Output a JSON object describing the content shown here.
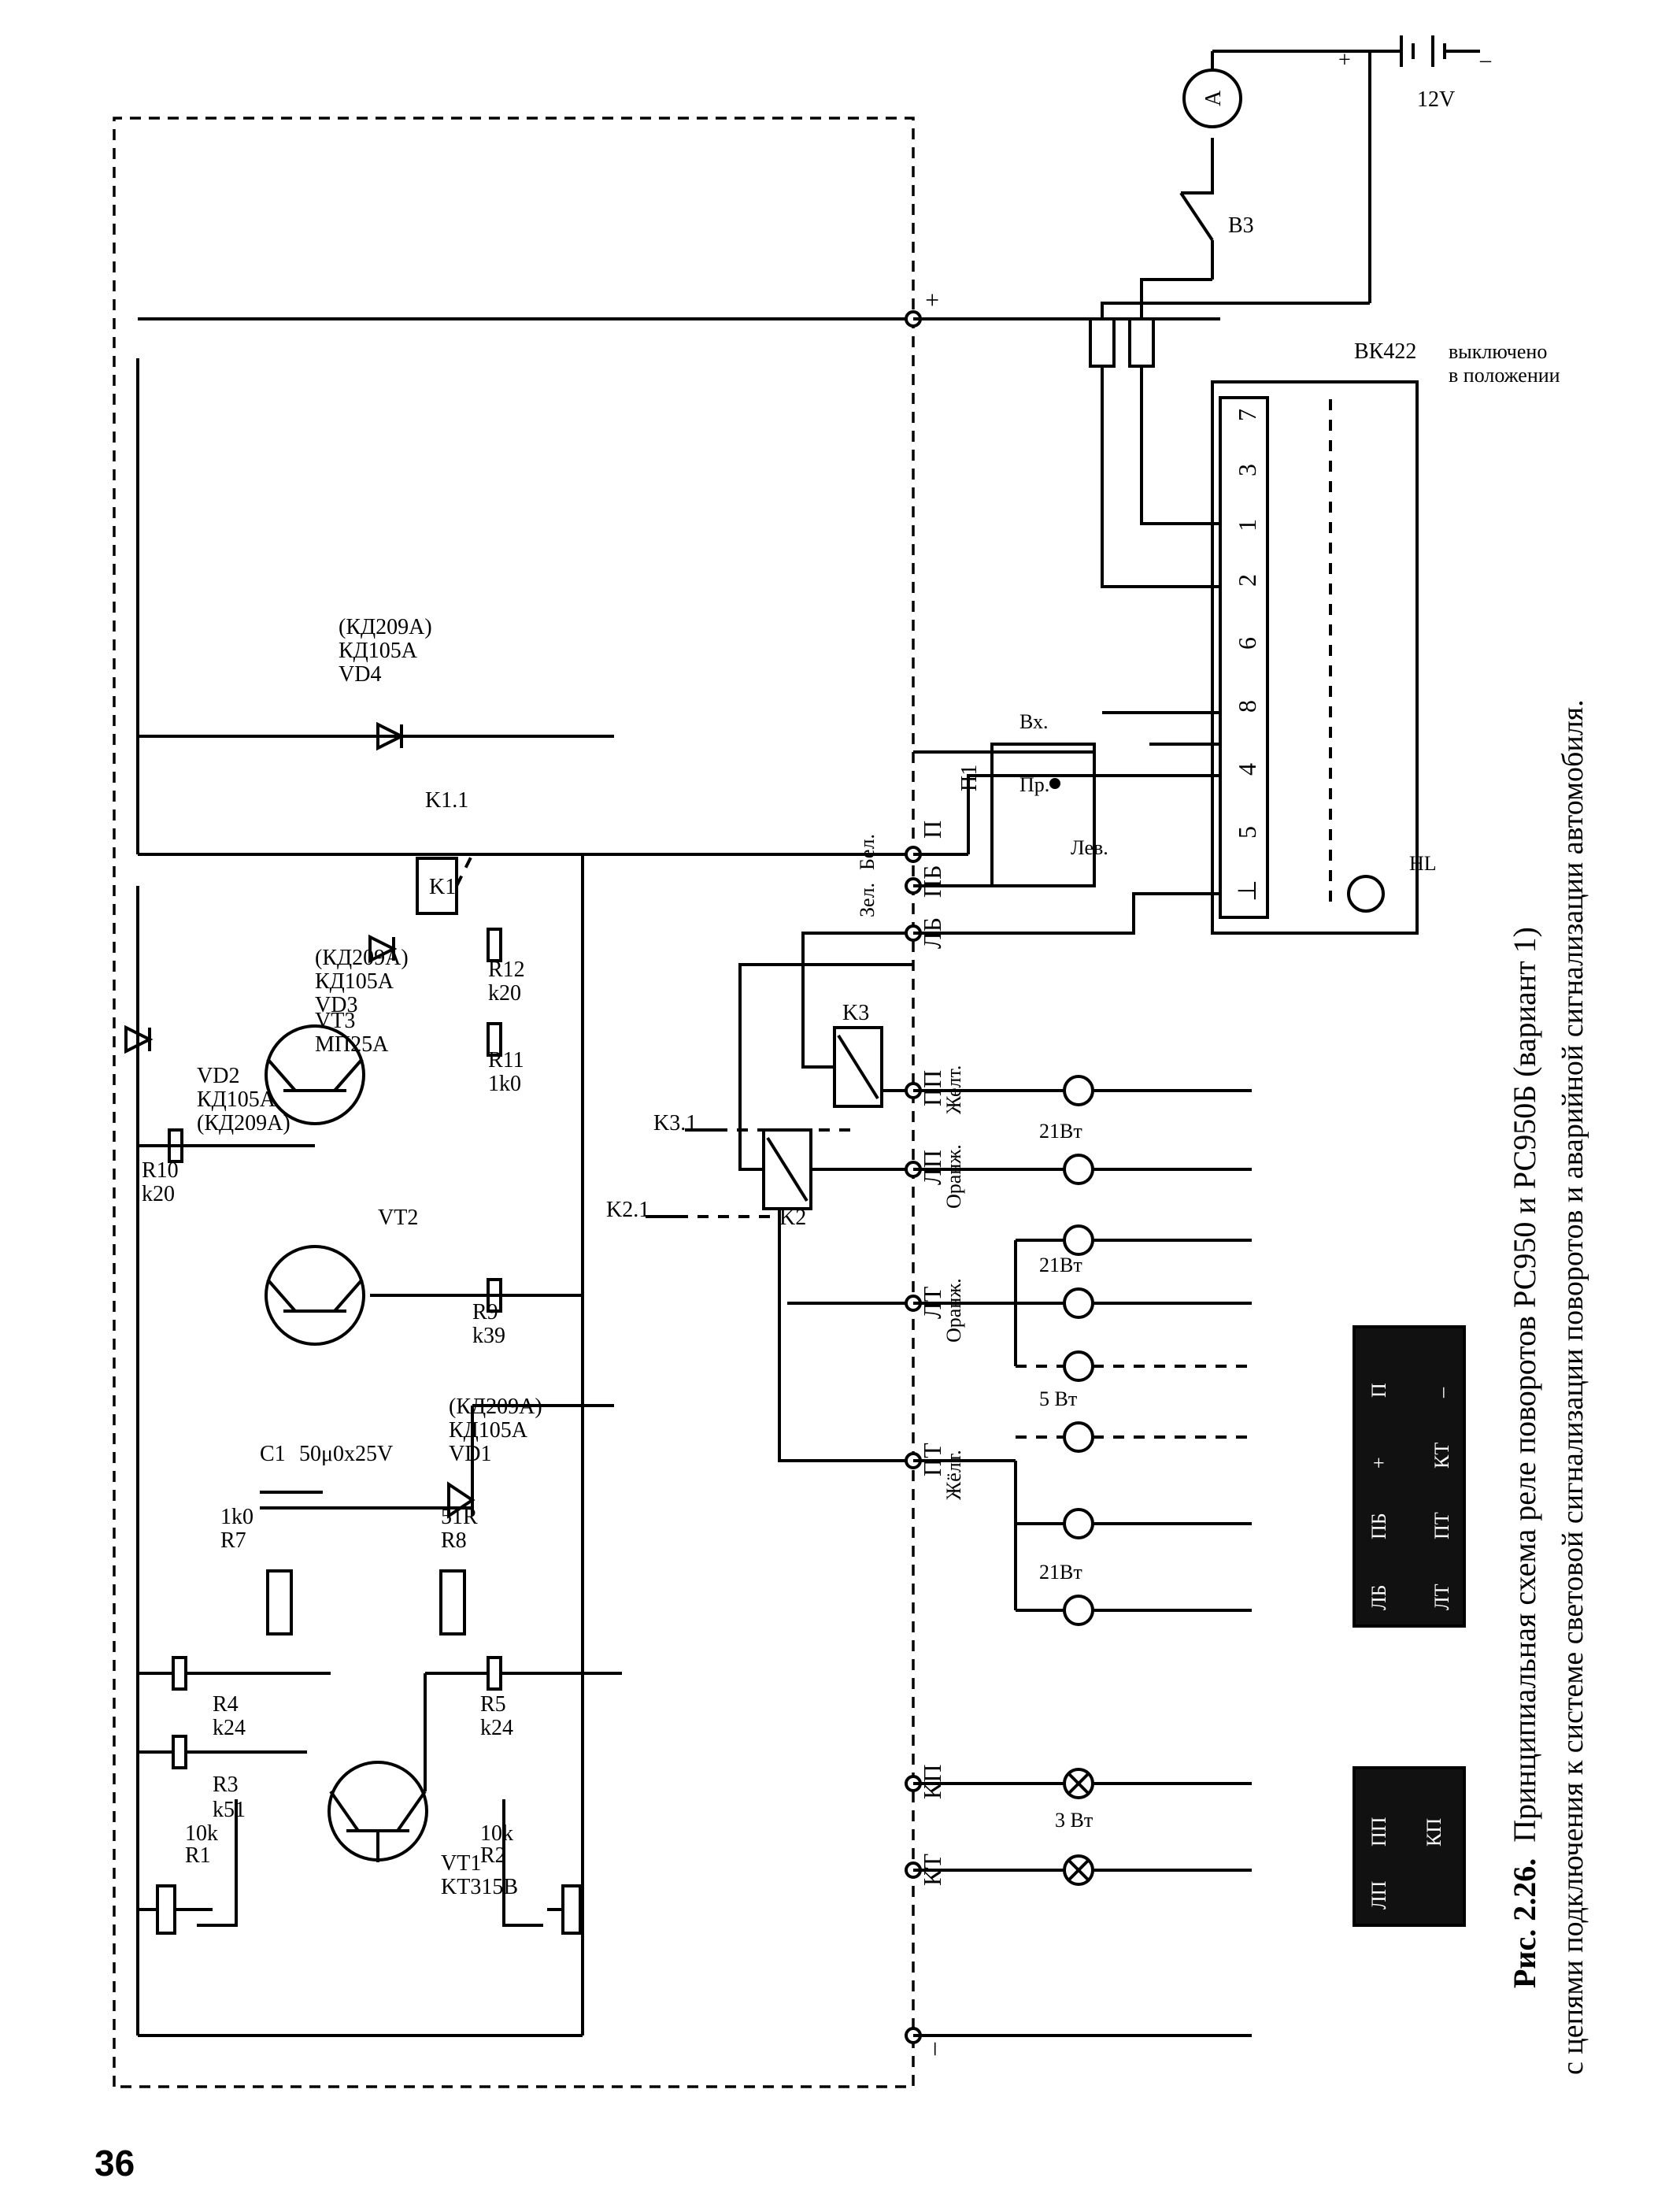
{
  "page_number": "36",
  "caption": {
    "fig_no": "Рис. 2.26.",
    "line1": "Принципиальная схема реле поворотов РС950 и РС950Б (вариант 1)",
    "line2": "с цепями подключения к системе световой сигнализации поворотов и аварийной сигнализации автомобиля."
  },
  "components": {
    "r1": "R1",
    "r1v": "10k",
    "r2": "R2",
    "r2v": "10k",
    "r3": "R3",
    "r3v": "k51",
    "r4": "R4",
    "r4v": "k24",
    "r5": "R5",
    "r5v": "k24",
    "r7": "R7",
    "r7v": "1k0",
    "r8": "R8",
    "r8v": "51R",
    "r9": "R9",
    "r9v": "k39",
    "r10": "R10",
    "r10v": "k20",
    "r11": "R11",
    "r11v": "1k0",
    "r12": "R12",
    "r12v": "k20",
    "c1": "C1",
    "c1v": "50μ0x25V",
    "vt1": "VT1",
    "vt1v": "KT315B",
    "vt2": "VT2",
    "vt3": "VT3",
    "vt3v": "MП25А",
    "vd1": "VD1",
    "vd1v": "КД105А",
    "vd1a": "(КД209А)",
    "vd2": "VD2",
    "vd2v": "КД105А",
    "vd2a": "(КД209А)",
    "vd3": "VD3",
    "vd3v": "КД105А",
    "vd3a": "(КД209А)",
    "vd4": "VD4",
    "vd4v": "КД105А",
    "vd4a": "(КД209А)",
    "k1": "K1",
    "k11": "K1.1",
    "k2": "K2",
    "k21": "K2.1",
    "k3": "K3",
    "k31": "K3.1",
    "p1": "П1",
    "p1_pr": "Пр.",
    "p1_vx": "Вх.",
    "p1_lev": "Лев.",
    "bk": "ВК422",
    "bk_note1": "в положении",
    "bk_note2": "выключено",
    "hl": "HL",
    "b3": "В3",
    "ammeter": "A",
    "battery": "12V",
    "plus": "+",
    "minus": "–"
  },
  "terminals": [
    "–",
    "КТ",
    "КП",
    "ПТ",
    "ЛТ",
    "ЛП",
    "ПП",
    "ЛБ",
    "ПБ",
    "П",
    "+"
  ],
  "wire_labels": {
    "zhelt1": "Жёлт.",
    "oranzh1": "Оранж.",
    "oranzh2": "Оранж.",
    "zhelt2": "Желт.",
    "zel": "Зел.",
    "bel": "Бел."
  },
  "lamps": {
    "w3": "3 Вт",
    "w21a": "21Вт",
    "w5": "5 Вт",
    "w21b": "21Вт",
    "w21c": "21Вт"
  },
  "switch_pins": [
    "⊥",
    "5",
    "4",
    "8",
    "6",
    "2",
    "1",
    "3",
    "7"
  ],
  "connectors": {
    "left": [
      "ЛП",
      "ПП",
      "КП"
    ],
    "right_top": [
      "ЛБ",
      "ПБ",
      "+",
      "П"
    ],
    "right_bottom": [
      "ЛТ",
      "ПТ",
      "КТ",
      "–"
    ]
  }
}
